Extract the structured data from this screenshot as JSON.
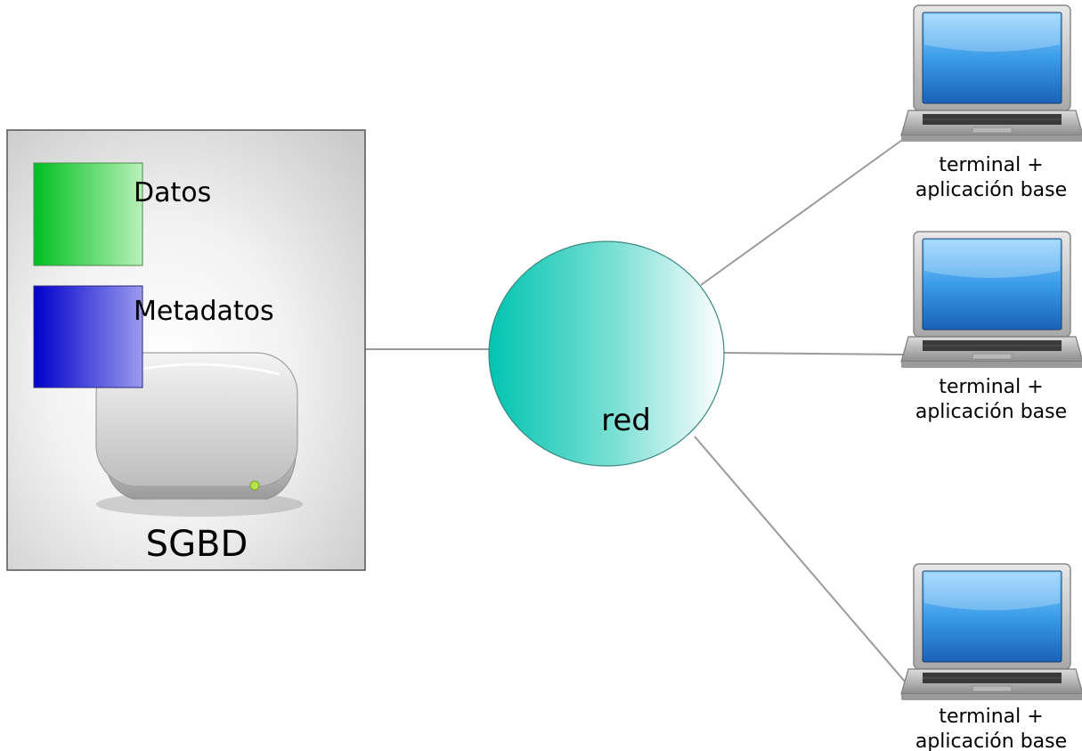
{
  "sgbd": {
    "title": "SGBD",
    "data_label": "Datos",
    "metadata_label": "Metadatos"
  },
  "network": {
    "label": "red"
  },
  "terminals": [
    {
      "line1": "terminal +",
      "line2": "aplicación base"
    },
    {
      "line1": "terminal +",
      "line2": "aplicación base"
    },
    {
      "line1": "terminal +",
      "line2": "aplicación base"
    }
  ],
  "colors": {
    "datos": "#2ecc40",
    "metadatos": "#2a2ad0",
    "red": "#00c0b0"
  }
}
